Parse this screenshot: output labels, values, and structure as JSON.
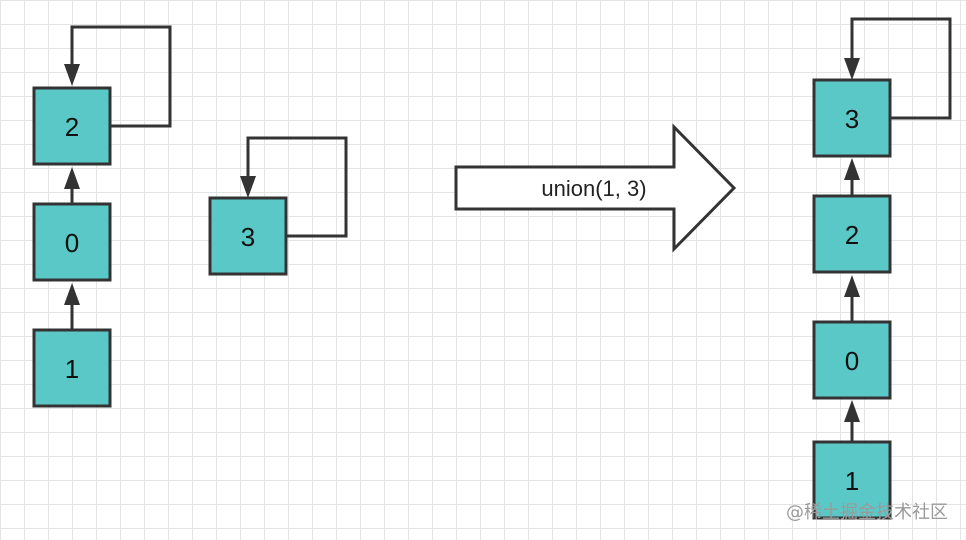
{
  "before": {
    "tree_a": {
      "nodes": [
        "2",
        "0",
        "1"
      ]
    },
    "tree_b": {
      "nodes": [
        "3"
      ]
    }
  },
  "operation": {
    "label": "union(1, 3)"
  },
  "after": {
    "nodes": [
      "3",
      "2",
      "0",
      "1"
    ]
  },
  "watermark": "@稀土掘金技术社区",
  "colors": {
    "node_fill": "#5bc8c8",
    "stroke": "#333333"
  }
}
